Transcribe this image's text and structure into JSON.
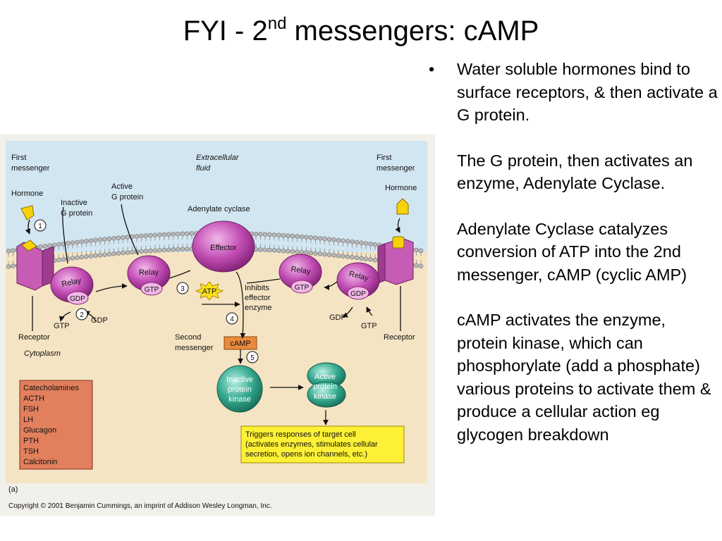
{
  "title": {
    "prefix": "FYI - 2",
    "superscript": "nd",
    "suffix": " messengers: cAMP"
  },
  "bullets": [
    "Water soluble hormones bind to surface receptors, & then activate a G protein.",
    "The G protein, then activates an enzyme, Adenylate Cyclase.",
    "Adenylate Cyclase catalyzes conversion of ATP into the 2nd messenger, cAMP (cyclic AMP)",
    "cAMP activates the enzyme, protein kinase, which can phosphorylate (add a phosphate) various proteins to activate them & produce a cellular action eg glycogen breakdown"
  ],
  "figure": {
    "first_messenger": [
      "First",
      "messenger"
    ],
    "extracellular": [
      "Extracellular",
      "fluid"
    ],
    "hormone": "Hormone",
    "inactive_g": [
      "Inactive",
      "G protein"
    ],
    "active_g": [
      "Active",
      "G protein"
    ],
    "adenylate_cyclase": "Adenylate cyclase",
    "effector": "Effector",
    "relay": "Relay",
    "gdp": "GDP",
    "gtp": "GTP",
    "atp": "ATP",
    "inhibits": [
      "Inhibits",
      "effector",
      "enzyme"
    ],
    "receptor": "Receptor",
    "cytoplasm": "Cytoplasm",
    "second_messenger": [
      "Second",
      "messenger"
    ],
    "camp": "cAMP",
    "inactive_pk": [
      "Inactive",
      "protein",
      "kinase"
    ],
    "active_pk": [
      "Active",
      "protein",
      "kinase"
    ],
    "triggers": [
      "Triggers responses of target cell",
      "(activates enzymes, stimulates cellular",
      "secretion, opens ion channels, etc.)"
    ],
    "hormone_list": [
      "Catecholamines",
      "ACTH",
      "FSH",
      "LH",
      "Glucagon",
      "PTH",
      "TSH",
      "Calcitonin"
    ],
    "steps": [
      "1",
      "2",
      "3",
      "4",
      "5"
    ],
    "panel": "(a)",
    "copyright": "Copyright © 2001 Benjamin Cummings, an imprint of Addison Wesley Longman, Inc."
  }
}
